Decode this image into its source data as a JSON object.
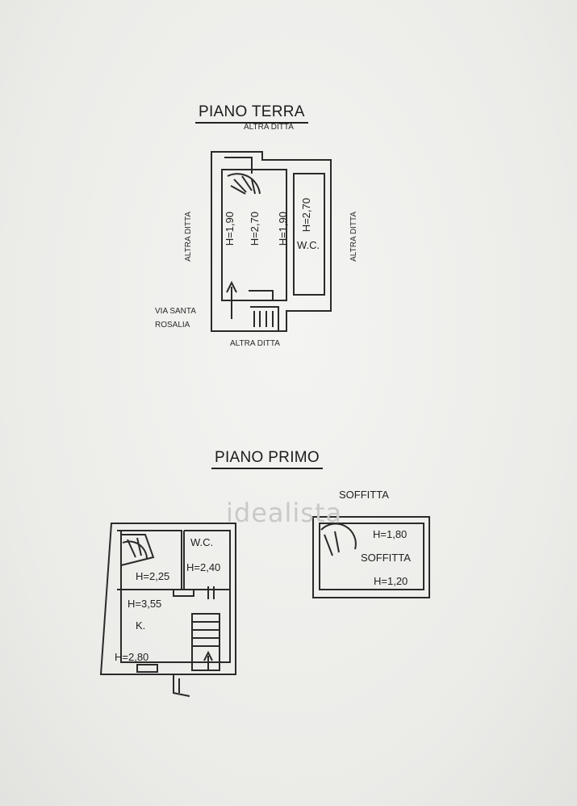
{
  "ground_floor": {
    "title": "PIANO TERRA",
    "top_neighbor": "ALTRA DITTA",
    "left_neighbor": "ALTRA DITTA",
    "right_neighbor": "ALTRA DITTA",
    "bottom_neighbor": "ALTRA DITTA",
    "street_line1": "VIA SANTA",
    "street_line2": "ROSALIA",
    "heights": [
      "H=1,90",
      "H=2,70",
      "H=1,90",
      "H=2,70"
    ],
    "wc_label": "W.C."
  },
  "first_floor": {
    "title": "PIANO PRIMO",
    "wc_label": "W.C.",
    "h_main_top": "H=2,25",
    "h_wc": "H=2,40",
    "h_main": "H=3,55",
    "kitchen": "K.",
    "h_bottom": "H=2,80"
  },
  "attic": {
    "title": "SOFFITTA",
    "h_top": "H=1,80",
    "label": "SOFFITTA",
    "h_bottom": "H=1,20"
  },
  "watermark": "idealista"
}
